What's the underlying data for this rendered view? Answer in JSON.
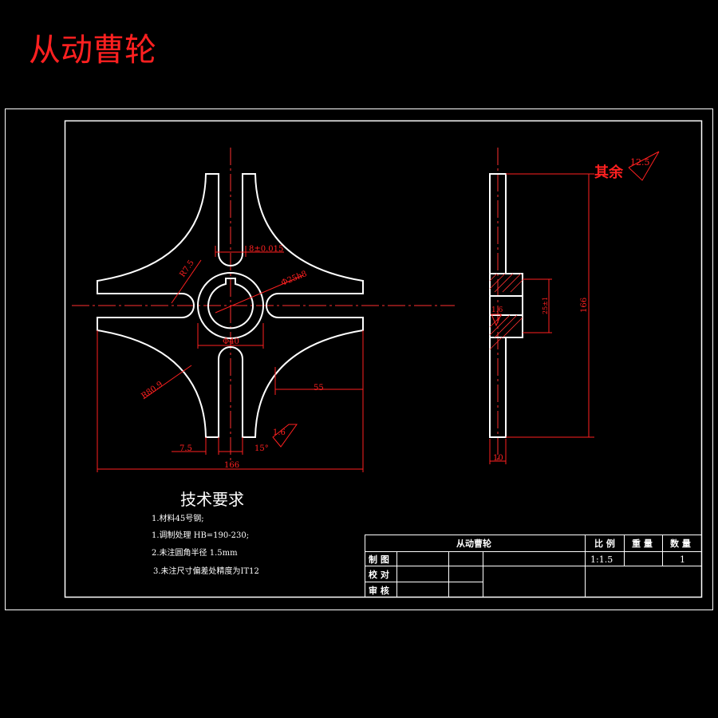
{
  "page_title": "从动曹轮",
  "colors": {
    "outline": "#ffffff",
    "dimension": "#ff0000",
    "centerline": "#ff0000",
    "background": "#000000"
  },
  "front_view_dims": {
    "slot_width": "8±0.015",
    "radius_r": "R7.5",
    "bore_dia": "Φ25h8",
    "hub_dia": "Φ40",
    "arc_radius": "R80.9",
    "dim_55": "55",
    "dim_7_5": "7.5",
    "angle": "15°",
    "width_166": "166",
    "roughness": "1.6"
  },
  "side_view_dims": {
    "height": "166",
    "thickness": "10",
    "hub_height": "25±1",
    "roughness": "1.6"
  },
  "surface_finish": {
    "label": "其余",
    "value": "12.5"
  },
  "tech_requirements": {
    "title": "技术要求",
    "items": [
      "1.材料45号钢;",
      "1.调制处理 HB=190-230;",
      "2.未注圆角半径 1.5mm",
      "3.未注尺寸偏差处精度为IT12"
    ]
  },
  "title_block": {
    "part_name": "从动曹轮",
    "scale_label": "比 例",
    "weight_label": "重 量",
    "qty_label": "数 量",
    "scale_value": "1:1.5",
    "weight_value": "",
    "qty_value": "1",
    "rows": [
      "制 图",
      "校 对",
      "审 核"
    ]
  }
}
